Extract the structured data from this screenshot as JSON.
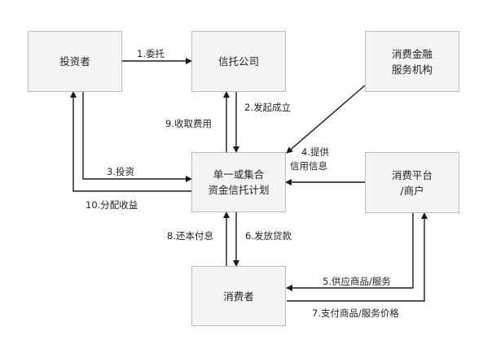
{
  "nodes": {
    "investor": {
      "line1": "投资者"
    },
    "trust_company": {
      "line1": "信托公司"
    },
    "consumer_finance": {
      "line1": "消费金融",
      "line2": "服务机构"
    },
    "trust_plan": {
      "line1": "单一或集合",
      "line2": "资金信托计划"
    },
    "platform": {
      "line1": "消费平台",
      "line2": "/商户"
    },
    "consumer": {
      "line1": "消费者"
    }
  },
  "edges": {
    "e1": "1.委托",
    "e2": "2.发起成立",
    "e3": "3.投资",
    "e4_line1": "4.提供",
    "e4_line2": "信用信息",
    "e5": "5.供应商品/服务",
    "e6": "6.发放贷款",
    "e7": "7.支付商品/服务价格",
    "e8": "8.还本付息",
    "e9": "9.收取费用",
    "e10": "10.分配收益"
  }
}
